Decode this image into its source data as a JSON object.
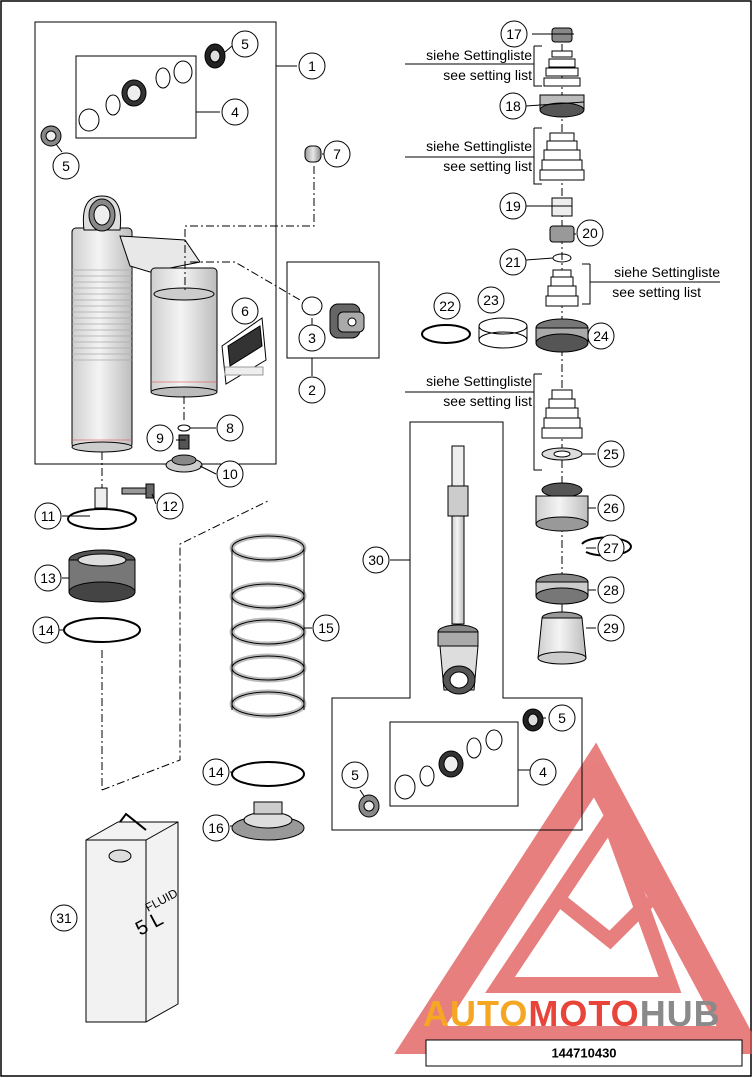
{
  "callouts": {
    "c1": "1",
    "c2": "2",
    "c3": "3",
    "c4a": "4",
    "c4b": "4",
    "c5a": "5",
    "c5b": "5",
    "c5c": "5",
    "c5d": "5",
    "c6": "6",
    "c7": "7",
    "c8": "8",
    "c9": "9",
    "c10": "10",
    "c11": "11",
    "c12": "12",
    "c13": "13",
    "c14a": "14",
    "c14b": "14",
    "c15": "15",
    "c16": "16",
    "c17": "17",
    "c18": "18",
    "c19": "19",
    "c20": "20",
    "c21": "21",
    "c22": "22",
    "c23": "23",
    "c24": "24",
    "c25": "25",
    "c26": "26",
    "c27": "27",
    "c28": "28",
    "c29": "29",
    "c30": "30",
    "c31": "31"
  },
  "notes": {
    "de": "siehe Settingliste",
    "en": "see setting list"
  },
  "fluid_can": {
    "label": "FLUID",
    "volume": "5 L"
  },
  "watermark": {
    "part1": "AUTO",
    "part2": "MOTO",
    "part3": "HUB",
    "colors": {
      "orange": "#f5a623",
      "red": "#e8443a",
      "gray": "#8a8a8a",
      "logo_red": "#e05555"
    }
  },
  "diagram_code": "144710430"
}
